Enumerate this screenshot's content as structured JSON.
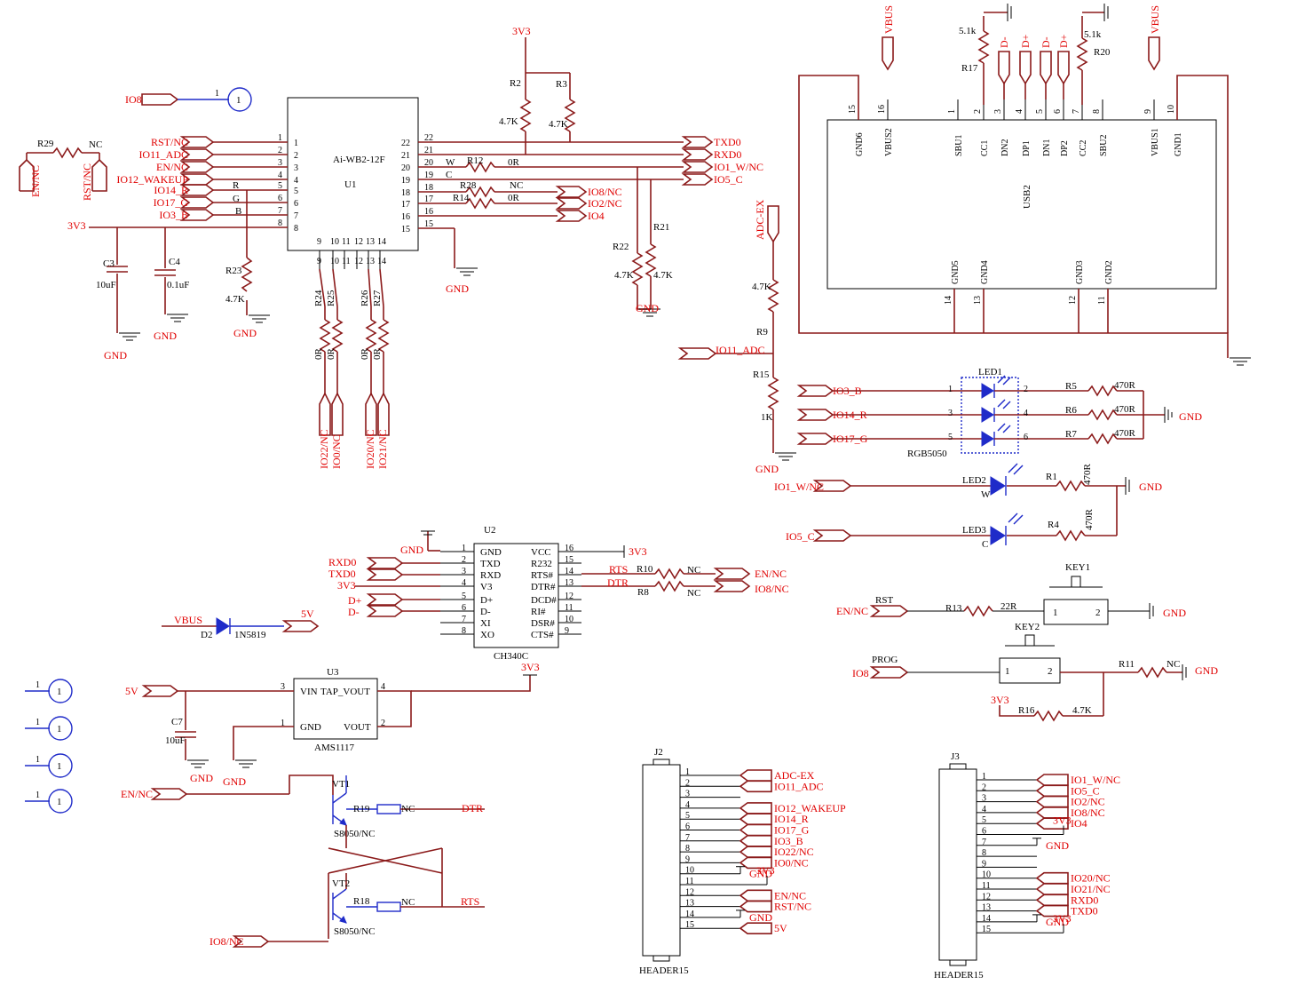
{
  "nets": {
    "v3": "3V3",
    "gnd": "GND",
    "vbus": "VBUS",
    "v5": "5V",
    "txd0": "TXD0",
    "rxd0": "RXD0",
    "rxd0b": "RXD0",
    "io1": "IO1_W/NC",
    "io5": "IO5_C",
    "io8": "IO8",
    "io8nc": "IO8/NC",
    "io2": "IO2/NC",
    "io4": "IO4",
    "ennc": "EN/NC",
    "rstnc": "RST/NC",
    "io11": "IO11_ADC",
    "io12": "IO12_WAKEUP",
    "io14": "IO14_R",
    "io17": "IO17_G",
    "io3": "IO3_B",
    "adcex": "ADC-EX",
    "io22": "IO22/NC",
    "io0": "IO0/NC",
    "io20": "IO20/NC",
    "io21": "IO21/NC",
    "dtr": "DTR",
    "rts": "RTS",
    "dp": "D+",
    "dm": "D-",
    "rst": "RST",
    "prog": "PROG",
    "nc": "NC"
  },
  "u1": {
    "name": "Ai-WB2-12F",
    "ref": "U1",
    "left_pins": [
      "1",
      "2",
      "3",
      "4",
      "5",
      "6",
      "7",
      "8"
    ],
    "right_pins": [
      "22",
      "21",
      "20",
      "19",
      "18",
      "17",
      "16",
      "15"
    ],
    "bottom_pins": [
      "9",
      "10",
      "11",
      "12",
      "13",
      "14"
    ],
    "left_labels": [
      "RST/NC",
      "IO11_ADC",
      "EN/NC",
      "IO12_WAKEUP",
      "IO14_R",
      "IO17_G",
      "IO3_B"
    ],
    "mid_letters": [
      "R",
      "G",
      "B",
      "W",
      "C"
    ]
  },
  "u2": {
    "ref": "U2",
    "name": "CH340C",
    "left": [
      "GND",
      "TXD",
      "RXD",
      "V3",
      "D+",
      "D-",
      "XI",
      "XO"
    ],
    "right": [
      "VCC",
      "R232",
      "RTS#",
      "DTR#",
      "DCD#",
      "RI#",
      "DSR#",
      "CTS#"
    ],
    "left_nums": [
      "1",
      "2",
      "3",
      "4",
      "5",
      "6",
      "7",
      "8"
    ],
    "right_nums": [
      "16",
      "15",
      "14",
      "13",
      "12",
      "11",
      "10",
      "9"
    ]
  },
  "u3": {
    "ref": "U3",
    "name": "AMS1117",
    "vin": "VIN",
    "tap": "TAP_VOUT",
    "gnd": "GND",
    "vout": "VOUT",
    "p1": "1",
    "p2": "2",
    "p3": "3",
    "p4": "4"
  },
  "usb": {
    "ref": "USB2",
    "top_pins": [
      "15",
      "16",
      "1",
      "2",
      "3",
      "4",
      "5",
      "6",
      "7",
      "8",
      "9",
      "10"
    ],
    "top_names": [
      "GND6",
      "VBUS2",
      "SBU1",
      "CC1",
      "DN2",
      "DP1",
      "DN1",
      "DP2",
      "CC2",
      "SBU2",
      "VBUS1",
      "GND1"
    ],
    "bot_pins": [
      "14",
      "13",
      "12",
      "11"
    ],
    "bot_names": [
      "GND5",
      "GND4",
      "GND3",
      "GND2"
    ],
    "top_nets": [
      "D-",
      "D+",
      "D-",
      "D+"
    ]
  },
  "passives": {
    "r2": "R2",
    "r3": "R3",
    "k47": "4.7K",
    "r12": "R12",
    "r28": "R28",
    "r14": "R14",
    "r0": "0R",
    "r21": "R21",
    "r22": "R22",
    "r23": "R23",
    "r24": "R24",
    "r25": "R25",
    "r26": "R26",
    "r27": "R27",
    "r29": "R29",
    "r17": "R17",
    "r20": "R20",
    "k51": "5.1k",
    "r9": "R9",
    "r15": "R15",
    "k1": "1K",
    "r5": "R5",
    "r6": "R6",
    "r7": "R7",
    "r1": "R1",
    "r4": "R4",
    "r470": "470R",
    "r10": "R10",
    "r8": "R8",
    "r13": "R13",
    "r22r": "22R",
    "r11": "R11",
    "r16": "R16",
    "r19": "R19",
    "r18": "R18",
    "c3": "C3",
    "c4": "C4",
    "c7": "C7",
    "c10u": "10uF",
    "c01u": "0.1uF"
  },
  "parts": {
    "led1": "LED1",
    "rgb": "RGB5050",
    "led2": "LED2",
    "led3": "LED3",
    "w": "W",
    "c": "C",
    "d2": "D2",
    "diode": "1N5819",
    "key1": "KEY1",
    "key2": "KEY2",
    "k1": "1",
    "k2": "2",
    "vt1": "VT1",
    "vt2": "VT2",
    "s8050": "S8050/NC",
    "j2": "J2",
    "j3": "J3",
    "header": "HEADER15",
    "one": "1"
  },
  "j2_nets": [
    "ADC-EX",
    "IO11_ADC",
    "",
    "IO12_WAKEUP",
    "IO14_R",
    "IO17_G",
    "IO3_B",
    "IO22/NC",
    "IO0/NC",
    "GND",
    "3V3",
    "EN/NC",
    "RST/NC",
    "GND",
    "5V"
  ],
  "j3_nets": [
    "IO1_W/NC",
    "IO5_C",
    "IO2/NC",
    "IO8/NC",
    "IO4",
    "3V3",
    "GND",
    "",
    "",
    "IO20/NC",
    "IO21/NC",
    "RXD0",
    "TXD0",
    "GND",
    "3V3"
  ],
  "led_pins": [
    "1",
    "2",
    "3",
    "4",
    "5",
    "6"
  ]
}
